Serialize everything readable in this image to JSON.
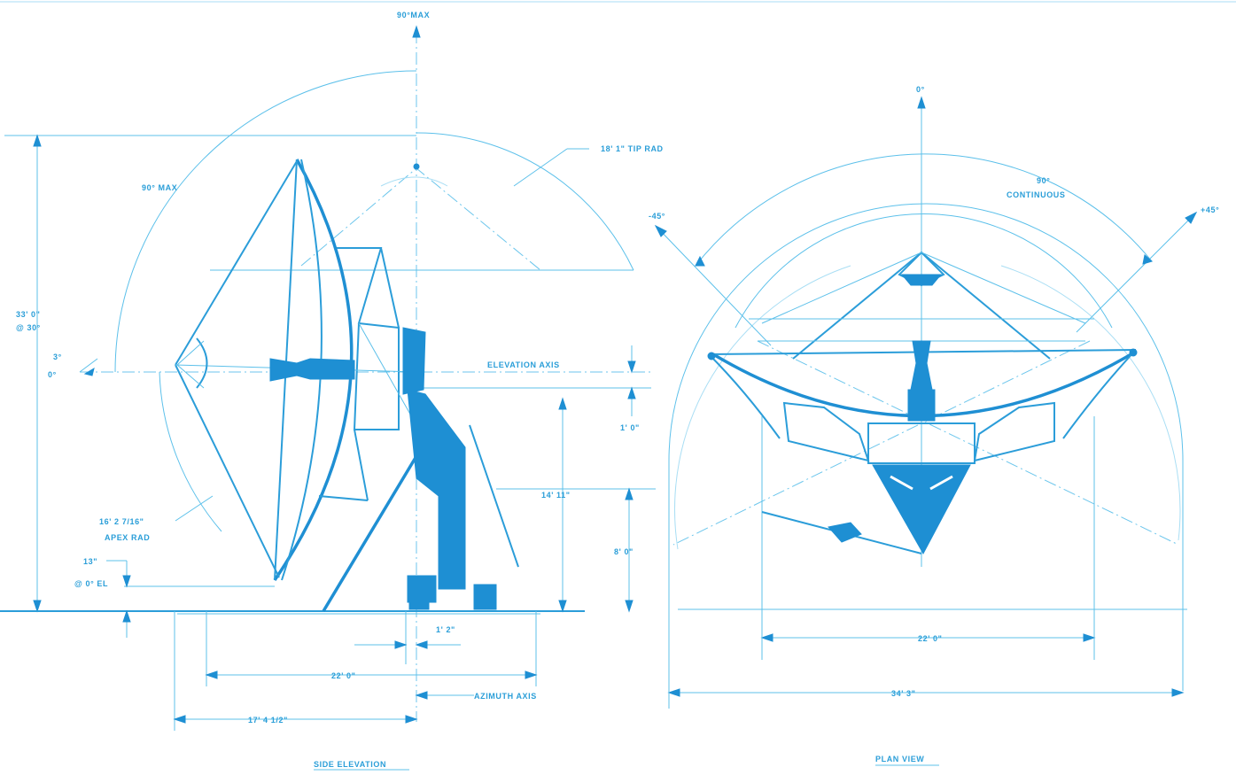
{
  "side_elevation": {
    "title": "SIDE ELEVATION",
    "labels": {
      "top_max": "90°MAX",
      "arc_max": "90° MAX",
      "tip_rad": "18' 1\"  TIP RAD",
      "height_total": "33' 0\"",
      "height_at": "@ 30°",
      "angle_3": "3°",
      "angle_0": "0°",
      "elevation_axis": "ELEVATION AXIS",
      "dim_1_0": "1' 0\"",
      "dim_14_11": "14' 11\"",
      "dim_8_0": "8' 0\"",
      "apex_rad_value": "16' 2  7/16\"",
      "apex_rad": "APEX RAD",
      "clear_13": "13\"",
      "clear_at": "@ 0° EL",
      "dim_1_2": "1' 2\"",
      "dim_22_0": "22' 0\"",
      "azimuth_axis": "AZIMUTH AXIS",
      "dim_17_4": "17' 4 1/2\""
    }
  },
  "plan_view": {
    "title": "PLAN VIEW",
    "labels": {
      "zero": "0°",
      "continuous_deg": "90°",
      "continuous": "CONTINUOUS",
      "minus_45": "-45°",
      "plus_45": "+45°",
      "dim_22_0": "22' 0\"",
      "dim_34_3": "34' 3\""
    }
  },
  "colors": {
    "ink": "#1f8fd3",
    "light_ink": "#5cc0ea",
    "background": "#ffffff"
  }
}
